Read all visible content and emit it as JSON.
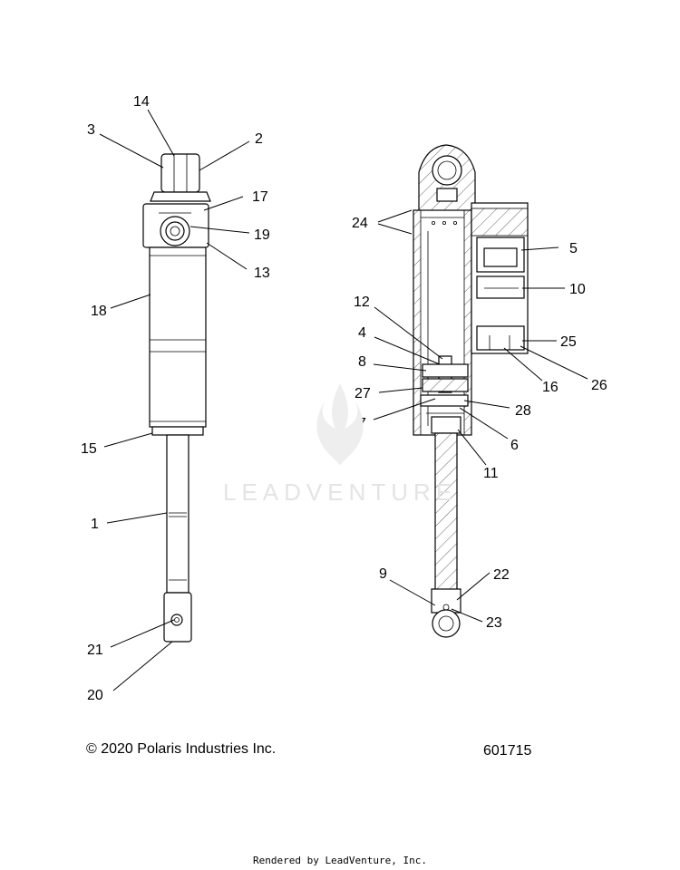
{
  "callouts": {
    "c1": "1",
    "c2": "2",
    "c3": "3",
    "c4": "4",
    "c5": "5",
    "c6": "6",
    "c7": "7",
    "c8": "8",
    "c9": "9",
    "c10": "10",
    "c11": "11",
    "c12": "12",
    "c13": "13",
    "c14": "14",
    "c15": "15",
    "c16": "16",
    "c17": "17",
    "c18": "18",
    "c19": "19",
    "c20": "20",
    "c21": "21",
    "c22": "22",
    "c23": "23",
    "c24": "24",
    "c25": "25",
    "c26": "26",
    "c27": "27",
    "c28": "28"
  },
  "footer": {
    "copyright": "© 2020 Polaris Industries Inc.",
    "drawing_number": "601715",
    "rendered_by": "Rendered by LeadVenture, Inc."
  },
  "watermark": {
    "text": "LEADVENTURE"
  }
}
